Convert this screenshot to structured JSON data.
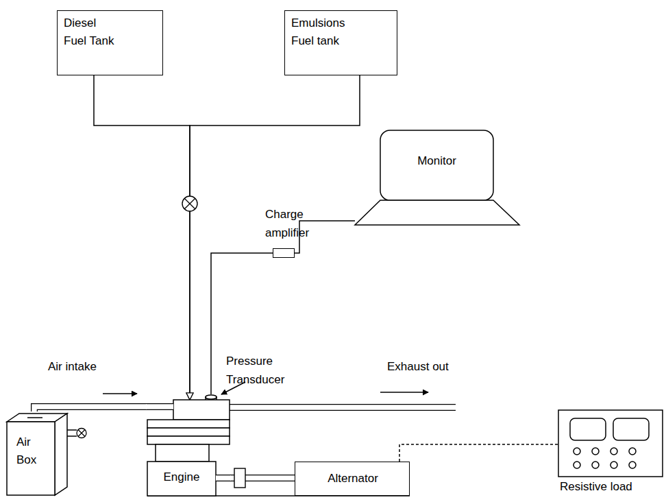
{
  "diagram": {
    "nodes": [
      {
        "text": [
          "Diesel Fuel Tank"
        ]
      },
      {
        "text": [
          "Emulsions Fuel tank"
        ]
      },
      {
        "text": [
          "Monitor"
        ]
      },
      {
        "text": [
          "Charge amplifier"
        ]
      },
      {
        "text": [
          "Pressure Transducer"
        ]
      },
      {
        "text": [
          "Air Box"
        ]
      },
      {
        "text": [
          "Engine"
        ]
      },
      {
        "text": [
          "Alternator"
        ]
      },
      {
        "text": [
          "Resistive load"
        ]
      }
    ],
    "edges": [
      {
        "from": 0,
        "to": 6,
        "arrow": "to"
      },
      {
        "from": 1,
        "to": 6,
        "arrow": "to"
      },
      {
        "from": 4,
        "to": 3,
        "arrow": "none"
      },
      {
        "from": 3,
        "to": 2,
        "arrow": "none"
      },
      {
        "from": 5,
        "to": 6,
        "arrow": "none"
      },
      {
        "from": 6,
        "to": 7,
        "arrow": "none"
      },
      {
        "from": 7,
        "to": 8,
        "arrow": "none"
      }
    ],
    "labels": [
      "Air intake",
      "Exhaust out"
    ]
  }
}
